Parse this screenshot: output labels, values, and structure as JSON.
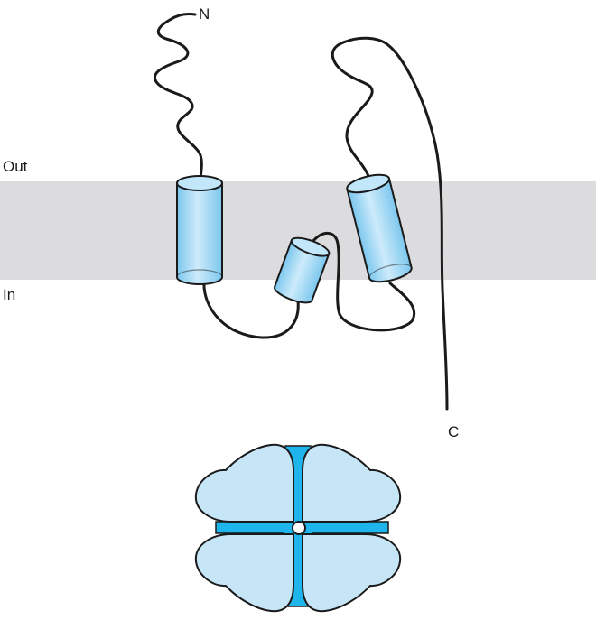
{
  "labels": {
    "n_terminus": "N",
    "c_terminus": "C",
    "outside": "Out",
    "inside": "In"
  },
  "colors": {
    "membrane": "#dcdcde",
    "helix_fill": "#a9dcf5",
    "helix_stroke": "#1a1a1a",
    "subunit_fill": "#c6e6f8",
    "pore_core": "#1eb4ec",
    "chain": "#1a1a1a"
  }
}
